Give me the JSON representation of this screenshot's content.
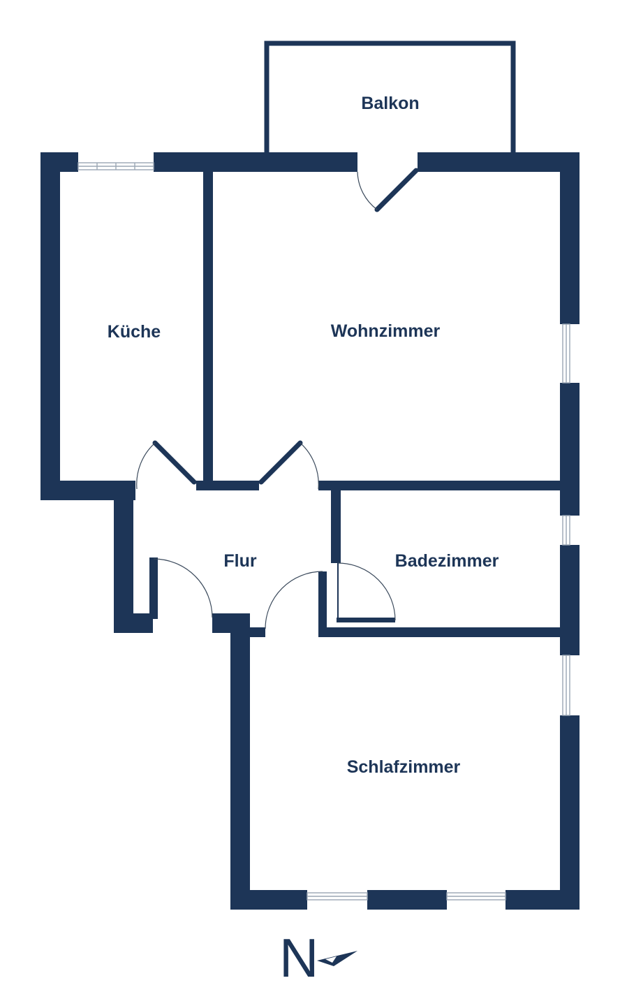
{
  "rooms": {
    "balkon": "Balkon",
    "kueche": "Küche",
    "wohnzimmer": "Wohnzimmer",
    "flur": "Flur",
    "badezimmer": "Badezimmer",
    "schlafzimmer": "Schlafzimmer"
  },
  "compass": {
    "letter": "N"
  },
  "colors": {
    "wall": "#1d3557",
    "window": "#9aa6b4",
    "background": "#ffffff"
  }
}
